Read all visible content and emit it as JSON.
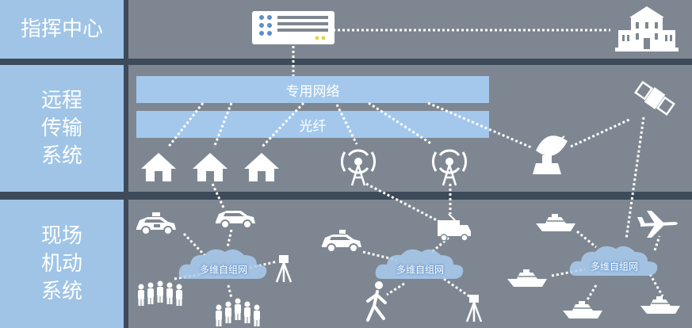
{
  "rows": [
    {
      "label": "指挥中心"
    },
    {
      "label": "远程\n传输\n系统"
    },
    {
      "label": "现场\n机动\n系统"
    }
  ],
  "bars": {
    "dedicated_network": "专用网络",
    "fiber": "光纤"
  },
  "clouds": [
    "多维自组网",
    "多维自组网",
    "多维自组网"
  ],
  "colors": {
    "background": "#3d4a59",
    "panel": "#7e8791",
    "label": "#9fc4e6",
    "bar": "#a4c8ec",
    "icon": "#ffffff",
    "cloud": "#a9cdf0"
  }
}
